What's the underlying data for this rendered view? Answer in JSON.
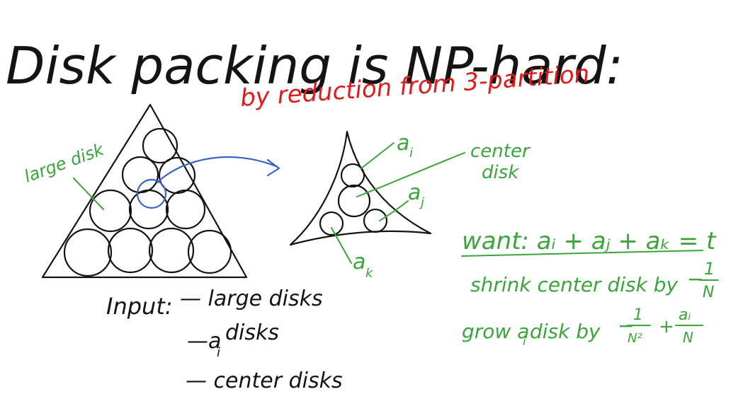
{
  "title": "Disk packing is NP-hard:",
  "subtitle": "by reduction from 3-partition",
  "labels": {
    "large_disk": "large disk",
    "a_i": "a",
    "a_i_sub": "i",
    "center_disk_line1": "center",
    "center_disk_line2": "disk",
    "a_j": "a",
    "a_j_sub": "j",
    "a_k": "a",
    "a_k_sub": "k"
  },
  "input": {
    "heading": "Input:",
    "item1": "— large disks",
    "item2_prefix": "—a",
    "item2_sub": "i",
    "item2_suffix": " disks",
    "item3": "— center disks"
  },
  "equations": {
    "want_prefix": "want:",
    "want_expr": "a",
    "want_full": "want: aᵢ + aⱼ + aₖ = t",
    "shrink_text": "shrink center disk by",
    "shrink_minus": "−",
    "shrink_num": "1",
    "shrink_den": "N",
    "grow_text_prefix": "grow a",
    "grow_text_sub": "i",
    "grow_text_suffix": " disk by",
    "grow_minus": "−",
    "grow_num1": "1",
    "grow_den1": "N²",
    "grow_plus": "+",
    "grow_num2": "aᵢ",
    "grow_den2": "N"
  },
  "colors": {
    "ink": "#141414",
    "red": "#e01b1b",
    "green": "#3aa53a",
    "blue": "#3a62c8"
  }
}
